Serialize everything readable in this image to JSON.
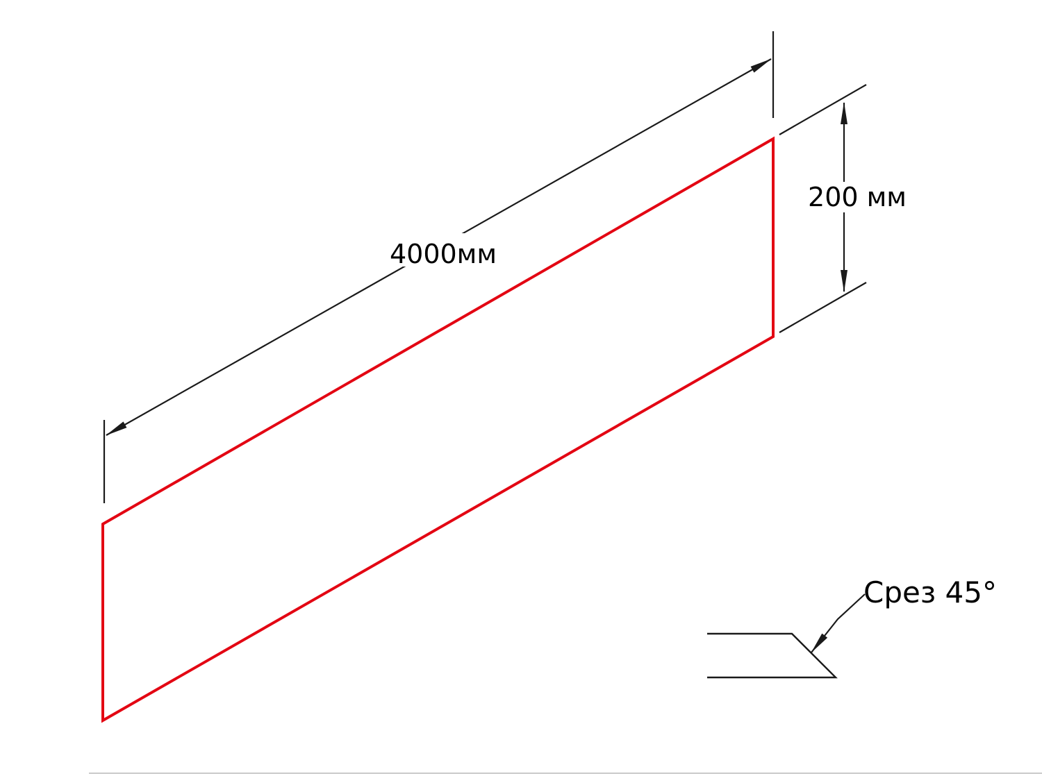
{
  "drawing": {
    "length_label": "4000мм",
    "height_label": "200 мм",
    "chamfer_label": "Срез 45°"
  },
  "colors": {
    "panel_outline": "#e30613",
    "line": "#1a1a1a",
    "text": "#000000"
  }
}
